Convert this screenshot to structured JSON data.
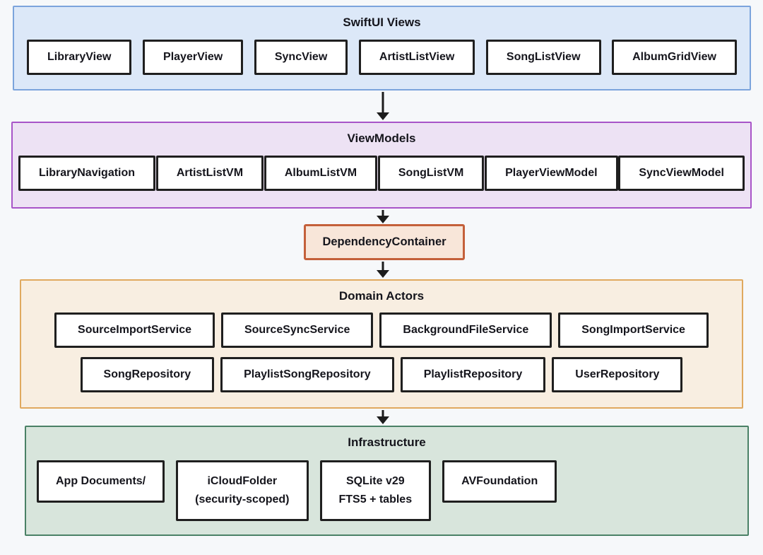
{
  "layers": {
    "swiftui": {
      "title": "SwiftUI Views",
      "boxes": [
        "LibraryView",
        "PlayerView",
        "SyncView",
        "ArtistListView",
        "SongListView",
        "AlbumGridView"
      ]
    },
    "viewmodels": {
      "title": "ViewModels",
      "boxes": [
        "LibraryNavigation",
        "ArtistListVM",
        "AlbumListVM",
        "SongListVM",
        "PlayerViewModel",
        "SyncViewModel"
      ]
    },
    "dependency": {
      "label": "DependencyContainer"
    },
    "domain": {
      "title": "Domain Actors",
      "rows": {
        "first": [
          "SourceImportService",
          "SourceSyncService",
          "BackgroundFileService",
          "SongImportService"
        ],
        "second": [
          "SongRepository",
          "PlaylistSongRepository",
          "PlaylistRepository",
          "UserRepository"
        ]
      }
    },
    "infrastructure": {
      "title": "Infrastructure",
      "boxes": [
        "App Documents/",
        "iCloudFolder\n(security-scoped)",
        "SQLite v29\nFTS5 + tables",
        "AVFoundation"
      ]
    }
  },
  "colors": {
    "page_bg": "#f6f8fa",
    "swiftui_border": "#7ba4dc",
    "swiftui_fill": "#dce8f8",
    "viewmodels_border": "#a855c8",
    "viewmodels_fill": "#ede2f4",
    "dependency_border": "#c4603a",
    "dependency_fill": "#f8e6d9",
    "domain_border": "#e0a95f",
    "domain_fill": "#f8eee1",
    "infrastructure_border": "#4a8166",
    "infrastructure_fill": "#d8e5dc",
    "node_border": "#1f1f1f",
    "node_fill": "#ffffff",
    "arrow": "#1c1c1c",
    "text": "#15151c"
  }
}
